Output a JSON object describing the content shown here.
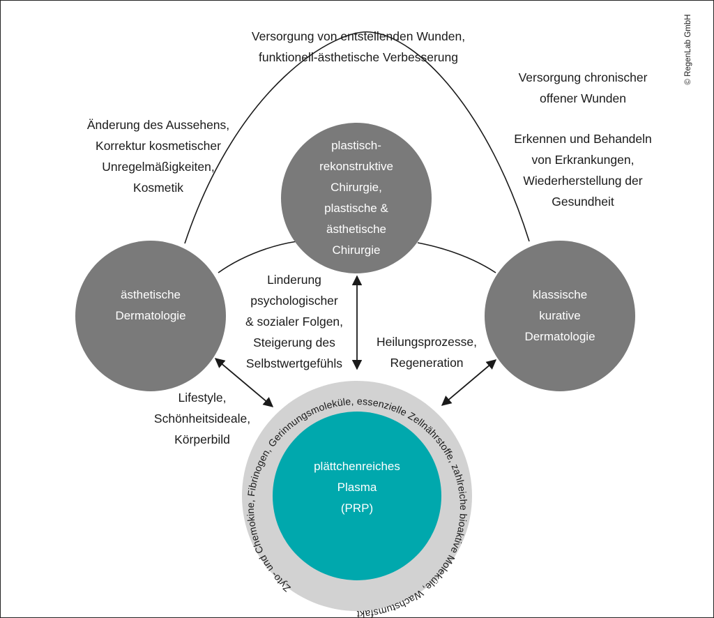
{
  "nodes": {
    "plastic_surgery": [
      "plastisch-",
      "rekonstruktive",
      "Chirurgie,",
      "plastische &",
      "ästhetische",
      "Chirurgie"
    ],
    "aesthetic_dermatology": [
      "ästhetische",
      "Dermatologie"
    ],
    "curative_dermatology": [
      "klassische",
      "kurative",
      "Dermatologie"
    ],
    "prp": [
      "plättchenreiches",
      "Plasma",
      "(PRP)"
    ]
  },
  "prp_ring_text": "Zyto- und Chemokine, Fibrinogen, Gerinnungsmoleküle, essenzielle Zellnährstoffe, zahlreiche bioaktive Moleküle, Wachstumsfaktoren,",
  "labels": {
    "top_arc": [
      "Versorgung von entstellenden Wunden,",
      "funktionell-ästhetische Verbesserung"
    ],
    "chronic_wounds": [
      "Versorgung chronischer",
      "offener Wunden"
    ],
    "health": [
      "Erkennen und Behandeln",
      "von Erkrankungen,",
      "Wiederherstellung der",
      "Gesundheit"
    ],
    "appearance": [
      "Änderung des Aussehens,",
      "Korrektur kosmetischer",
      "Unregelmäßigkeiten,",
      "Kosmetik"
    ],
    "psych": [
      "Linderung",
      "psychologischer",
      "& sozialer Folgen,",
      "Steigerung des",
      "Selbstwertgefühls"
    ],
    "healing": [
      "Heilungsprozesse,",
      "Regeneration"
    ],
    "lifestyle": [
      "Lifestyle,",
      "Schönheitsideale,",
      "Körperbild"
    ]
  },
  "copyright": "© RegenLab GmbH",
  "colors": {
    "node_gray": "#7a7a7a",
    "prp_teal": "#00a8ad",
    "ring_gray": "#d2d2d2",
    "line": "#1a1a1a"
  }
}
